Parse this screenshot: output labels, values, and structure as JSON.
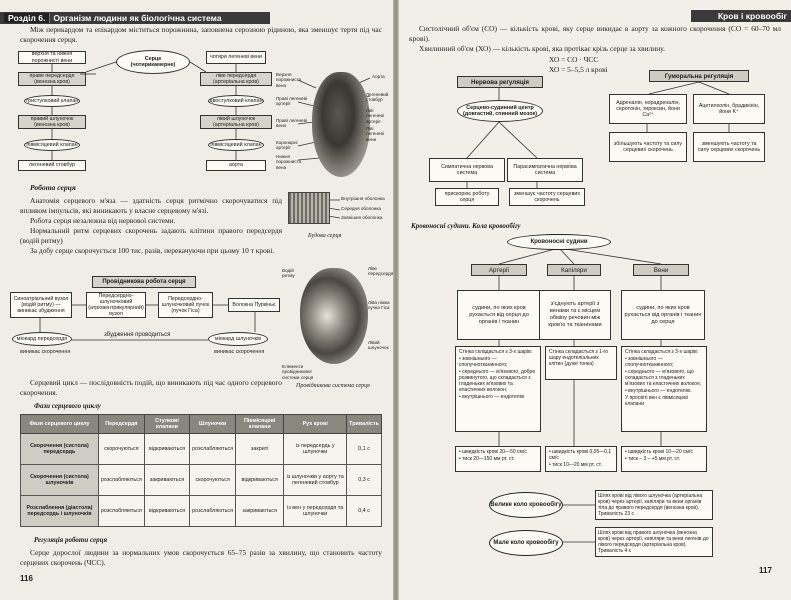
{
  "left_page": {
    "section_label": "Розділ 6.",
    "section_title": "Організм людини як біологічна система",
    "intro": "Між перикардом та епікардом міститься порожнина, заповнена серозною рідиною, яка зменшує тертя під час скорочення серця.",
    "diagram1": {
      "center": "Серце\n(чотирикамерне)",
      "left": [
        "верхня та нижня порожнисті вени",
        "праве передсердя (венозна кров)",
        "тристулковий клапан",
        "правий шлуночок (венозна кров)",
        "півмісяцевий клапан",
        "легеневий стовбур"
      ],
      "right": [
        "чотири легеневі вени",
        "ліве передсердя (артеріальна кров)",
        "двостулковий клапан",
        "лівий шлуночок (артеріальна кров)",
        "півмісяцевий клапан",
        "аорта"
      ]
    },
    "heart_labels_left": [
      "Верхня порожниста вена",
      "Праві легеневі артерії",
      "Праві легеневі вени",
      "Коронарні артерії",
      "Нижня порожниста вена"
    ],
    "heart_labels_right": [
      "Аорта",
      "Легеневий стовбур",
      "Ліві легеневі артерії",
      "Ліві легеневі вени"
    ],
    "wall_labels": [
      "Внутрішня оболонка",
      "Середня оболонка",
      "Зовнішня оболонка"
    ],
    "caption1": "Будова серця",
    "work_heading": "Робота серця",
    "work_p1": "Анатомія серцевого м'яза — здатність серця ритмічно скорочуватися під впливом імпульсів, які виникають у власне серцевому м'язі.",
    "work_p2": "Робота серця незалежна від нервової системи.",
    "work_p3": "Нормальний ритм серцевих скорочень задають клітини правого передсердя (водій ритму)",
    "work_p4": "За добу серце скорочується 100 тис. разів, перекачуючи при цьому 10 т крові.",
    "conduction_title": "Провідникова робота серця",
    "conduction": [
      "Синоатріальний вузол (водій ритму) — виникає збудження",
      "Передсердно-шлуночковий (атріовентрикулярний) вузол",
      "Передсердно-шлуночковий пучок (пучок Гіса)",
      "Волокна Пуркіньє"
    ],
    "conduction_bottom": [
      "міокард передсердя",
      "збудження проводиться",
      "міокард шлуночків"
    ],
    "conduction_sub": [
      "виникає скорочення",
      "виникає скорочення"
    ],
    "heart2_labels": [
      "Водій ритму",
      "Ліве передсердя",
      "Ліва ніжка пучка Гіса",
      "Лівий шлуночок",
      "Елементи провідникової системи серця"
    ],
    "caption2": "Провідникова система серця",
    "cycle_text": "Серцевий цикл — послідовність подій, що виникають під час одного серцевого скорочення.",
    "table_title": "Фази серцевого циклу",
    "table_headers": [
      "Фази серцевого циклу",
      "Передсердя",
      "Стулкові клапани",
      "Шлуночки",
      "Півмісяцеві клапани",
      "Рух крові",
      "Тривалість"
    ],
    "table_rows": [
      [
        "Скорочення (систола) передсердь",
        "скорочуються",
        "відкриваються",
        "розслабляються",
        "закриті",
        "із передсердь у шлуночки",
        "0,1 с"
      ],
      [
        "Скорочення (систола) шлуночків",
        "розслабляються",
        "закриваються",
        "скорочуються",
        "відкриваються",
        "із шлуночків у аорту та легеневий стовбур",
        "0,3 с"
      ],
      [
        "Розслаблення (діастола) передсердь і шлуночків",
        "розслабляються",
        "відкриваються",
        "розслабляються",
        "закриваються",
        "із вен у передсердя та шлуночки",
        "0,4 с"
      ]
    ],
    "reg_heading": "Регуляція роботи серця",
    "reg_text": "Серце дорослої людини за нормальних умов скорочується 65–75 разів за хвилину, що становить частоту серцевих скорочень (ЧСС).",
    "page_number": "116"
  },
  "right_page": {
    "header": "Кров і кровообіг",
    "sys_volume": "Систолічний об'єм (СО) — кількість крові, яку серце викидає в аорту за кожного скорочення (СО = 60–70 мл крові).",
    "min_volume": "Хвилинний об'єм (ХО) — кількість крові, яка протікає крізь серце за хвилину.",
    "formula1": "ХО = СО · ЧСС",
    "formula2": "ХО = 5–5,5 л крові",
    "nervous": {
      "title": "Нервова регуляція",
      "center": "Серцево-судинний центр (довгастий, спинний мозок)",
      "sym": "Симпатична нервова система",
      "para": "Парасимпатична нервова система",
      "sym_eff": "прискорює роботу серця",
      "para_eff": "зменшує частоту серцевих скорочень"
    },
    "humoral": {
      "title": "Гуморальна регуляція",
      "left": "Адреналін, норадреналін, серотонін, тироксин, йони Ca²⁺",
      "right": "Ацетилхолін, брадикінін, йони K⁺",
      "left_eff": "збільшують частоту та силу серцевих скорочень",
      "right_eff": "зменшують частоту та силу серцевих скорочень"
    },
    "vessels_heading": "Кровоносні судини. Кола кровообігу",
    "vessels": {
      "title": "Кровоносні судини",
      "types": [
        "Артерії",
        "Капіляри",
        "Вени"
      ],
      "defs": [
        "судини, по яких кров рухається від серця до органів і тканин",
        "з'єднують артерії з венами та є місцем обміну речовин між кров'ю та тканинами",
        "судини, по яких кров рухається від органів і тканин до серця"
      ],
      "walls": [
        [
          "Стінка складається з 3-х шарів:",
          "• зовнішнього — сполучнотканинного;",
          "• середнього — м'язового, добре розвинутого, що складається з гладеньких м'язових та еластичних волокон;",
          "• внутрішнього — ендотелію"
        ],
        [
          "Стінка складається з 1-го шару ендотеліальних клітин (дуже тонка)"
        ],
        [
          "Стінка складається з 3-х шарів:",
          "• зовнішнього — сполучнотканинного;",
          "• середнього — м'язового, що складається з гладеньких м'язових та еластичних волокон;",
          "• внутрішнього — ендотелію.",
          "У просвіті вен є півмісяцеві клапани"
        ]
      ],
      "speeds": [
        [
          "• швидкість крові 20—50 см/с",
          "• тиск 20—150 мм рт. ст."
        ],
        [
          "• швидкість крові 0,05—0,1 см/с",
          "• тиск 10—20 мм рт. ст."
        ],
        [
          "• швидкість крові 10—20 см/с",
          "• тиск – 3 – +5 мм рт. ст."
        ]
      ]
    },
    "circles": {
      "big": "Велике коло кровообігу",
      "small": "Мале коло кровообігу",
      "big_text": "Шлях крові від лівого шлуночка (артеріальна кров) через артерії, капіляри та вени органів тіла до правого передсердя (венозна кров). Тривалість 23 с",
      "small_text": "Шлях крові від правого шлуночка (венозна кров) через артерії, капіляри та вени легенів до лівого передсердя (артеріальна кров). Тривалість 4 с"
    },
    "page_number": "117"
  }
}
